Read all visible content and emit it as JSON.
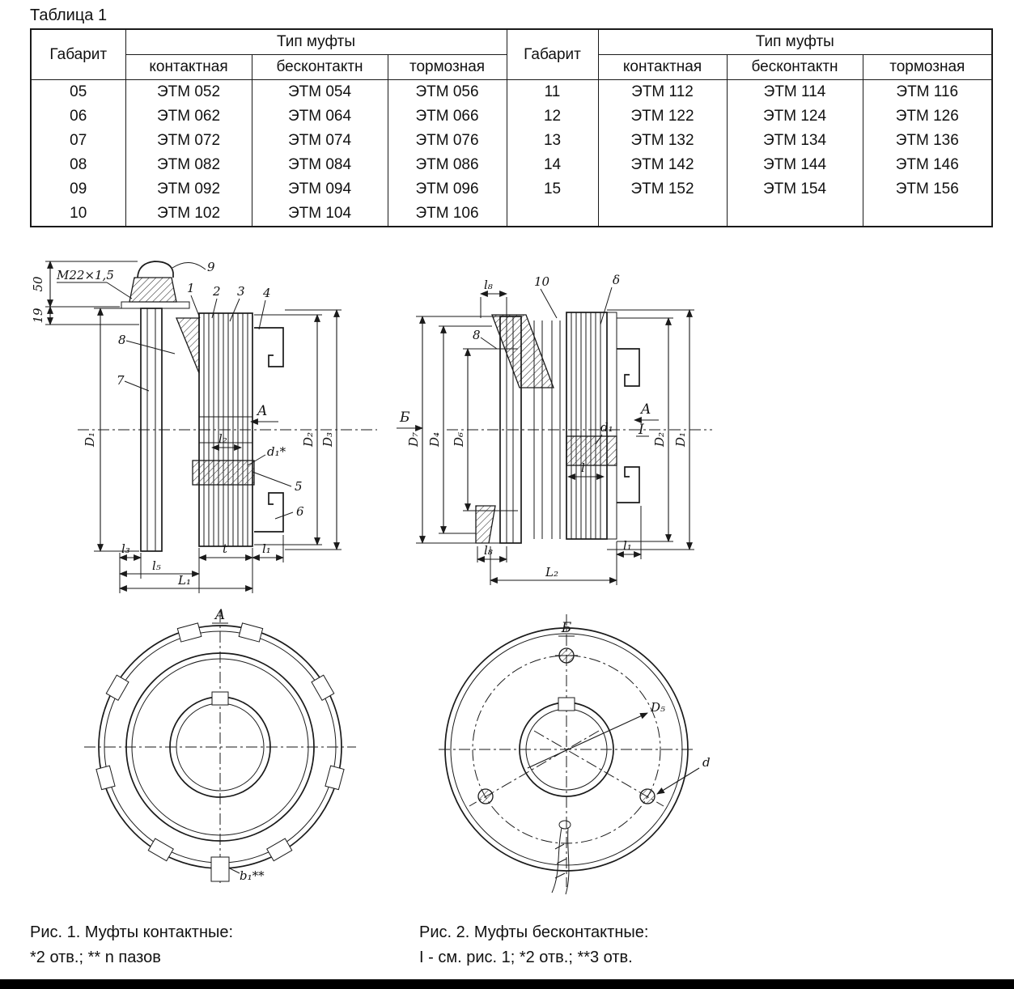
{
  "title": "Таблица 1",
  "table": {
    "gabarit_header": "Габарит",
    "type_header": "Тип муфты",
    "columns": [
      "контактная",
      "бесконтактн",
      "тормозная"
    ],
    "left_rows": [
      [
        "05",
        "ЭТМ 052",
        "ЭТМ 054",
        "ЭТМ 056"
      ],
      [
        "06",
        "ЭТМ 062",
        "ЭТМ 064",
        "ЭТМ 066"
      ],
      [
        "07",
        "ЭТМ 072",
        "ЭТМ 074",
        "ЭТМ 076"
      ],
      [
        "08",
        "ЭТМ 082",
        "ЭТМ 084",
        "ЭТМ 086"
      ],
      [
        "09",
        "ЭТМ 092",
        "ЭТМ 094",
        "ЭТМ 096"
      ],
      [
        "10",
        "ЭТМ 102",
        "ЭТМ 104",
        "ЭТМ 106"
      ]
    ],
    "right_rows": [
      [
        "11",
        "ЭТМ 112",
        "ЭТМ 114",
        "ЭТМ 116"
      ],
      [
        "12",
        "ЭТМ 122",
        "ЭТМ 124",
        "ЭТМ 126"
      ],
      [
        "13",
        "ЭТМ 132",
        "ЭТМ 134",
        "ЭТМ 136"
      ],
      [
        "14",
        "ЭТМ 142",
        "ЭТМ 144",
        "ЭТМ 146"
      ],
      [
        "15",
        "ЭТМ 152",
        "ЭТМ 154",
        "ЭТМ 156"
      ],
      [
        "",
        "",
        "",
        ""
      ]
    ]
  },
  "fig1": {
    "thread_label": "M22×1,5",
    "callout_9": "9",
    "callout_1": "1",
    "callout_2": "2",
    "callout_3": "3",
    "callout_4": "4",
    "callout_8": "8",
    "callout_7": "7",
    "callout_5": "5",
    "callout_6": "6",
    "dim_50": "50",
    "dim_19": "19",
    "dim_D1": "D₁",
    "dim_D2": "D₂",
    "dim_D3": "D₃",
    "dim_l2": "l₂",
    "dim_d1": "d₁*",
    "dim_l3": "l₃",
    "dim_t": "t",
    "dim_l1": "l₁",
    "dim_l5": "l₅",
    "dim_L1": "L₁",
    "section_arrow": "A",
    "view_label": "A",
    "dim_b1": "b₁**"
  },
  "fig2": {
    "callout_10": "10",
    "callout_8": "8",
    "callout_delta": "δ",
    "dim_l8_top": "l₈",
    "section_b": "Б",
    "view_label": "Б",
    "dim_D7": "D₇",
    "dim_D4": "D₄",
    "dim_D6": "D₆",
    "dim_d1": "d₁",
    "dim_l": "l",
    "section_a": "A",
    "detail_i": "I",
    "dim_D2": "D₂",
    "dim_D1": "D₁",
    "dim_l8_bottom": "l₈",
    "dim_L2": "L₂",
    "dim_l1": "l₁",
    "dim_D5": "D₅",
    "dim_d": "d"
  },
  "captions": {
    "fig1_line1": "Рис. 1. Муфты контактные:",
    "fig1_line2": "*2 отв.; ** n пазов",
    "fig2_line1": "Рис. 2. Муфты бесконтактные:",
    "fig2_line2": "I - см. рис. 1; *2 отв.; **3 отв."
  }
}
